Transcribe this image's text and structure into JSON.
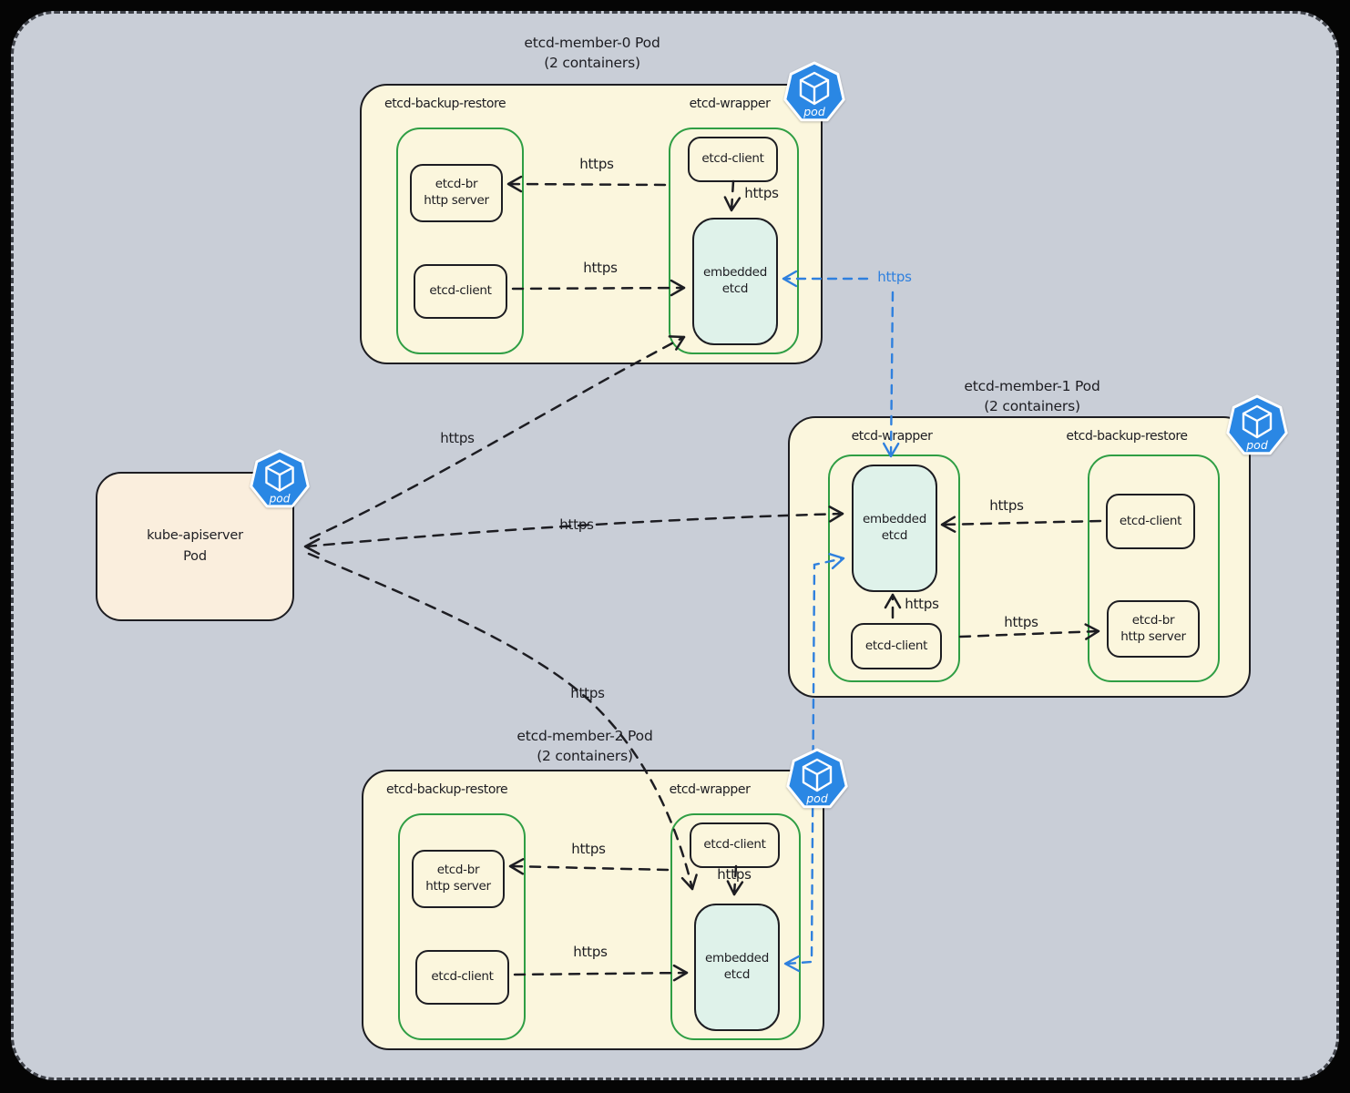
{
  "labels": {
    "https": "https",
    "pod_badge": "pod"
  },
  "nodes": {
    "backup_restore": "etcd-backup-restore",
    "wrapper": "etcd-wrapper",
    "etcd_br_line1": "etcd-br",
    "etcd_br_line2": "http server",
    "etcd_client": "etcd-client",
    "embedded_line1": "embedded",
    "embedded_line2": "etcd"
  },
  "pods": [
    {
      "title": "etcd-member-0 Pod",
      "subtitle": "(2 containers)"
    },
    {
      "title": "etcd-member-1 Pod",
      "subtitle": "(2 containers)"
    },
    {
      "title": "etcd-member-2 Pod",
      "subtitle": "(2 containers)"
    }
  ],
  "apiserver": {
    "line1": "kube-apiserver",
    "line2": "Pod"
  },
  "colors": {
    "canvas_bg": "#c9ced7",
    "pod_fill": "#fbf6dd",
    "pod_border": "#1d1d22",
    "container_border": "#2f9e44",
    "embedded_fill": "#dff2ea",
    "apiserver_fill": "#faeedd",
    "arrow_black": "#1d1d22",
    "arrow_blue": "#2f80de",
    "pod_badge_blue": "#2a87e4"
  }
}
